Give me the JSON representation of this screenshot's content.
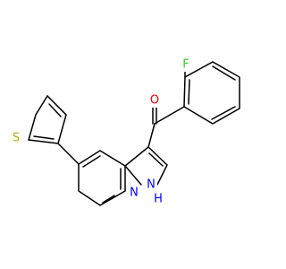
{
  "structure": {
    "atoms": {
      "O": {
        "symbol": "O",
        "color": "#ff0000"
      },
      "F": {
        "symbol": "F",
        "color": "#33cc33"
      },
      "S": {
        "symbol": "S",
        "color": "#b2b200"
      },
      "N_pyridine": {
        "symbol": "N",
        "color": "#0000ff"
      },
      "N_pyrrole": {
        "symbol": "N",
        "color": "#0000ff"
      },
      "H_pyrrole": {
        "symbol": "H",
        "color": "#0000ff"
      }
    }
  }
}
